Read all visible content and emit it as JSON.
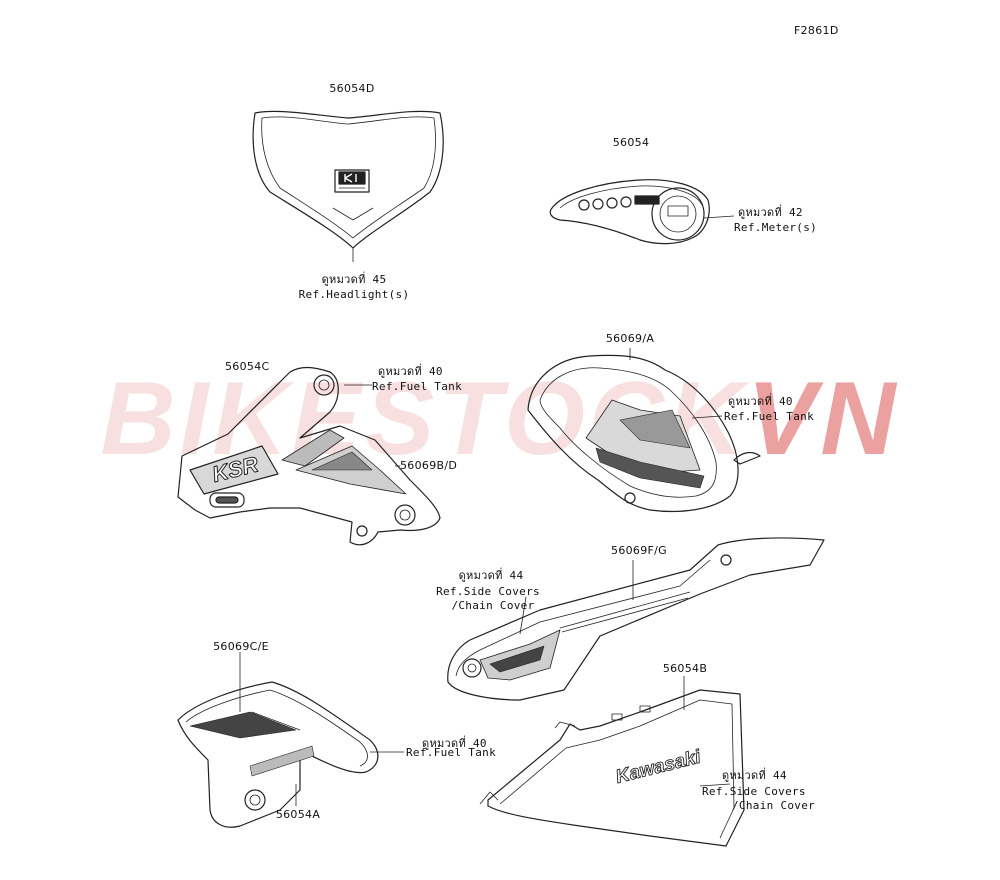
{
  "figure_code": "F2861D",
  "watermark": {
    "main": "BIKESTOCK",
    "suffix": "VN"
  },
  "parts": {
    "headlight_cover": {
      "part_no": "56054D",
      "ref_thai": "ดูหมวดที่ 45",
      "ref_en": "Ref.Headlight(s)"
    },
    "meter": {
      "part_no": "56054",
      "ref_thai": "ดูหมวดที่ 42",
      "ref_en": "Ref.Meter(s)"
    },
    "tank_shroud_left": {
      "part_no": "56054C",
      "part_no_2": "56069B/D",
      "ref_thai": "ดูหมวดที่ 40",
      "ref_en": "Ref.Fuel Tank",
      "badge_text": "KSR"
    },
    "tank_shroud_right": {
      "part_no": "56069/A",
      "ref_thai": "ดูหมวดที่ 40",
      "ref_en": "Ref.Fuel Tank"
    },
    "side_cover_long": {
      "part_no": "56069F/G",
      "ref_thai": "ดูหมวดที่ 44",
      "ref_en_1": "Ref.Side Covers",
      "ref_en_2": "/Chain Cover"
    },
    "tank_shroud_lower": {
      "part_no": "56069C/E",
      "part_no_2": "56054A",
      "ref_thai": "ดูหมวดที่ 40",
      "ref_en": "Ref.Fuel Tank"
    },
    "side_cover_kawasaki": {
      "part_no": "56054B",
      "ref_thai": "ดูหมวดที่ 44",
      "ref_en_1": "Ref.Side Covers",
      "ref_en_2": "/Chain Cover",
      "brand_text": "Kawasaki"
    }
  }
}
